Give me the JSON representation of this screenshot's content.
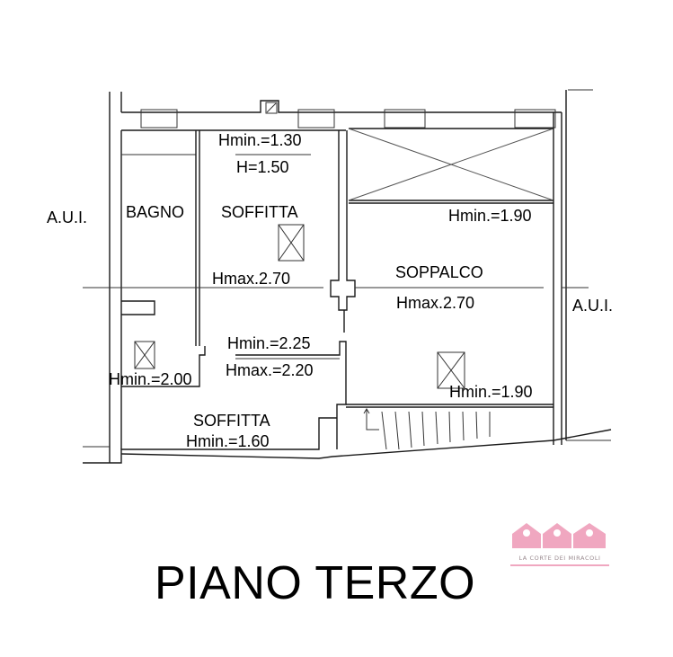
{
  "title": "PIANO TERZO",
  "logo": {
    "text": "LA CORTE DEI MIRACOLI",
    "color": "#f0a7c0"
  },
  "labels": {
    "aui_left": "A.U.I.",
    "aui_right": "A.U.I.",
    "bagno": "BAGNO",
    "soffitta_top": "SOFFITTA",
    "soffitta_bottom": "SOFFITTA",
    "soppalco": "SOPPALCO",
    "hmin_130": "Hmin.=1.30",
    "h_150": "H=1.50",
    "hmax_270_left": "Hmax.2.70",
    "hmin_190_top": "Hmin.=1.90",
    "hmax_270_right": "Hmax.2.70",
    "hmin_225": "Hmin.=2.25",
    "hmax_220": "Hmax.=2.20",
    "hmin_200": "Hmin.=2.00",
    "hmin_160": "Hmin.=1.60",
    "hmin_190_bottom": "Hmin.=1.90"
  }
}
